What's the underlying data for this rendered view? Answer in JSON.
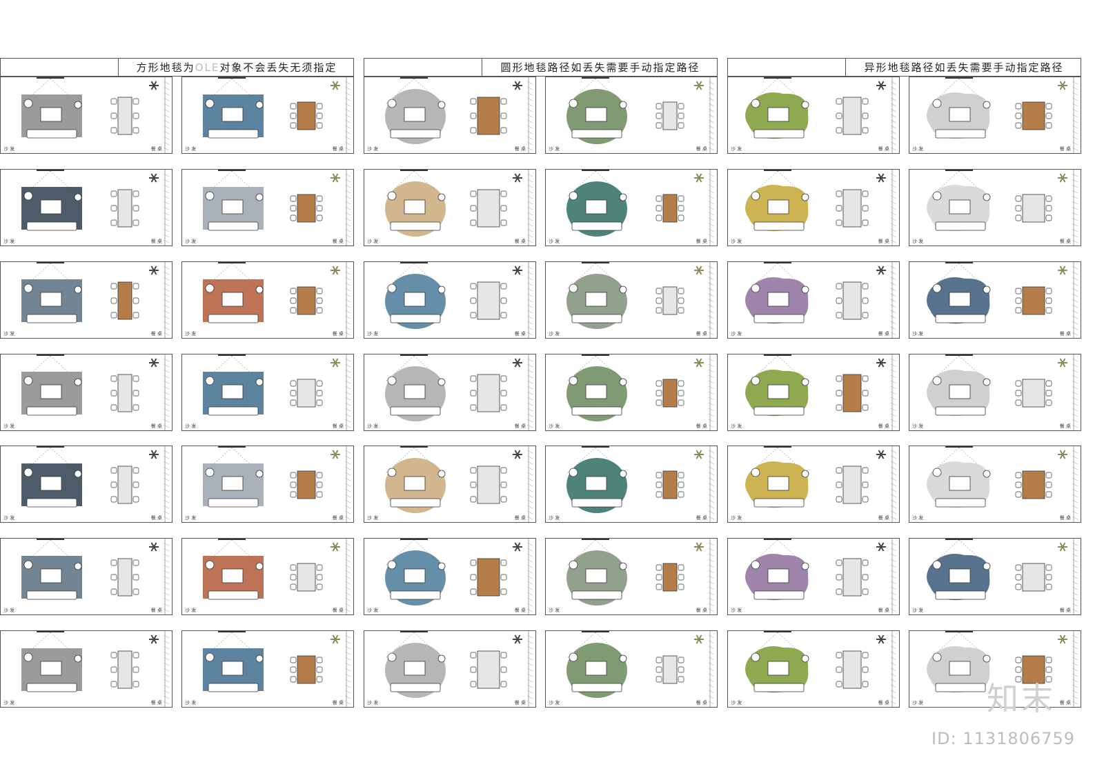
{
  "headers": [
    {
      "pre": "方形地毯为",
      "ole": "OLE",
      "post": "对象不会丢失无须指定"
    },
    {
      "pre": "圆形地毯路径如丢失需要手动指定路径",
      "ole": "",
      "post": ""
    },
    {
      "pre": "异形地毯路径如丢失需要手动指定路径",
      "ole": "",
      "post": ""
    }
  ],
  "panel_label_left": "沙 发",
  "panel_label_right": "餐 桌",
  "brand_text": "知末",
  "id_text": "ID: 1131806759",
  "colors": {
    "rug": [
      "#8a8a8a",
      "#3f6f8f",
      "#a9a9a9",
      "#6a8a5a",
      "#7b9a33",
      "#c8c8c8",
      "#2f3f4f",
      "#9aa5ae",
      "#c9a97a",
      "#2f6f5f",
      "#c4a632",
      "#d3d3d3",
      "#5a6f7f",
      "#b35a3a",
      "#4a7a9a",
      "#7f8f7a",
      "#8e6e9e",
      "#3a5a7a"
    ],
    "wood": "#b57d4a",
    "line": "#555555"
  }
}
